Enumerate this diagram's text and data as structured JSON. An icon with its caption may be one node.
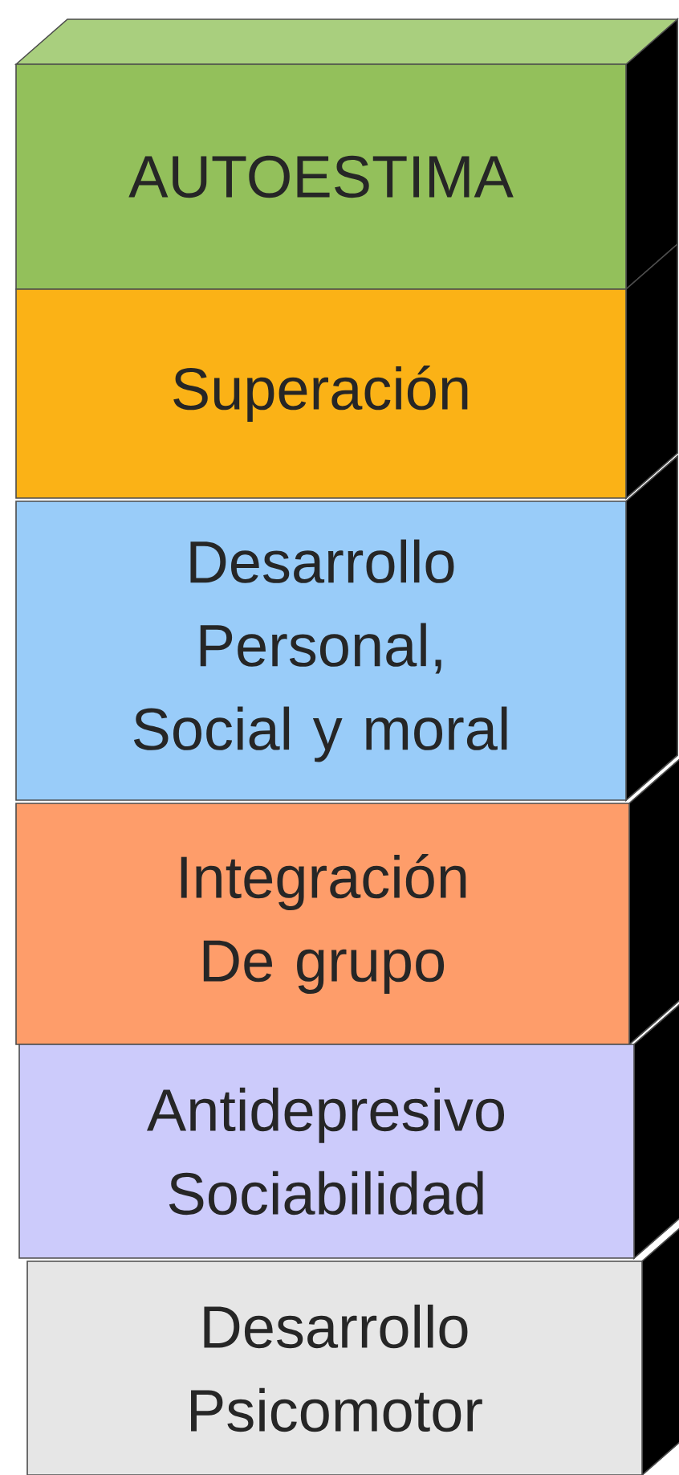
{
  "diagram": {
    "nodes": [
      {
        "text": [
          "AUTOESTIMA"
        ]
      },
      {
        "text": [
          "Superación"
        ]
      },
      {
        "text": [
          "Desarrollo Personal, Social y moral"
        ]
      },
      {
        "text": [
          "Integración De grupo"
        ]
      },
      {
        "text": [
          "Antidepresivo Sociabilidad"
        ]
      },
      {
        "text": [
          "Desarrollo Psicomotor"
        ]
      }
    ]
  }
}
